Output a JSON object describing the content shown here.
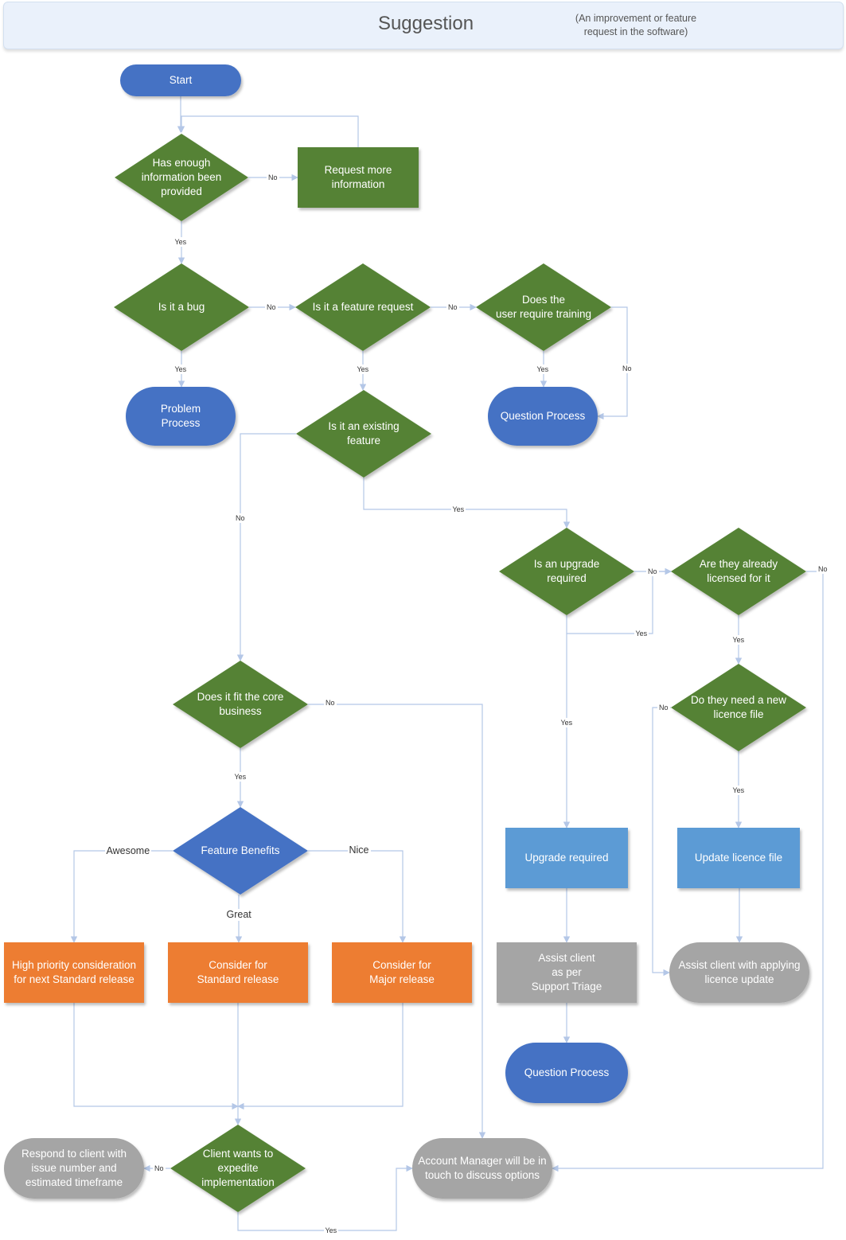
{
  "header": {
    "title": "Suggestion",
    "subtitle_line1": "(An improvement or feature",
    "subtitle_line2": "request in the software)"
  },
  "colors": {
    "decision_green": "#548235",
    "terminal_blue": "#4472c4",
    "process_blue": "#5b9bd5",
    "action_orange": "#ed7d31",
    "gray": "#a5a5a5",
    "connector": "#b4c7e7"
  },
  "nodes": {
    "start": "Start",
    "has_enough_info": [
      "Has enough",
      "information been",
      "provided"
    ],
    "request_more_info": [
      "Request more",
      "information"
    ],
    "is_bug": [
      "Is it a bug"
    ],
    "is_feature_request": [
      "Is it a feature request"
    ],
    "user_training": [
      "Does the",
      "user require training"
    ],
    "problem_process": [
      "Problem",
      "Process"
    ],
    "question_process_1": [
      "Question Process"
    ],
    "existing_feature": [
      "Is it an existing feature"
    ],
    "upgrade_required_q": [
      "Is an upgrade required"
    ],
    "already_licensed": [
      "Are they already",
      "licensed for it"
    ],
    "fit_core_business": [
      "Does it fit the core",
      "business"
    ],
    "new_licence_file": [
      "Do they need a new",
      "licence file"
    ],
    "feature_benefits": [
      "Feature Benefits"
    ],
    "upgrade_required": [
      "Upgrade required"
    ],
    "update_licence_file": [
      "Update licence file"
    ],
    "high_priority": [
      "High priority consideration",
      "for next Standard release"
    ],
    "consider_standard": [
      "Consider for",
      "Standard release"
    ],
    "consider_major": [
      "Consider for",
      "Major release"
    ],
    "assist_triage": [
      "Assist client",
      "as per",
      "Support Triage"
    ],
    "assist_licence": [
      "Assist client with applying",
      "licence update"
    ],
    "question_process_2": [
      "Question Process"
    ],
    "respond_client": [
      "Respond to client with",
      "issue number and",
      "estimated timeframe"
    ],
    "client_expedite": [
      "Client wants to",
      "expedite",
      "implementation"
    ],
    "account_manager": [
      "Account Manager will be in",
      "touch to discuss options"
    ]
  },
  "edge_labels": {
    "info_no": "No",
    "info_yes": "Yes",
    "bug_no": "No",
    "bug_yes": "Yes",
    "feature_no": "No",
    "feature_yes": "Yes",
    "training_yes": "Yes",
    "training_no": "No",
    "existing_no": "No",
    "existing_yes": "Yes",
    "upgrade_no": "No",
    "upgrade_yes_loop": "Yes",
    "upgrade_yes": "Yes",
    "licensed_no": "No",
    "licensed_yes": "Yes",
    "newfile_no": "No",
    "newfile_yes": "Yes",
    "core_no": "No",
    "core_yes": "Yes",
    "benefit_awesome": "Awesome",
    "benefit_great": "Great",
    "benefit_nice": "Nice",
    "expedite_no": "No",
    "expedite_yes": "Yes"
  }
}
